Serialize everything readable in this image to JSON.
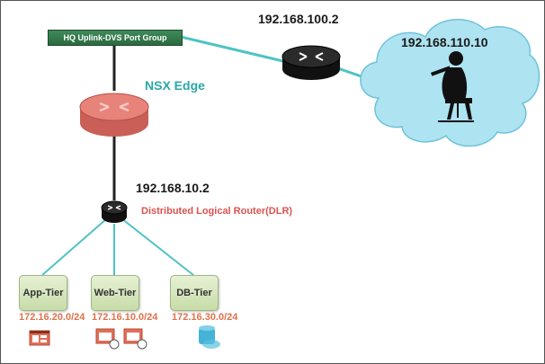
{
  "port_group": {
    "label": "HQ Uplink-DVS Port Group"
  },
  "external_router": {
    "ip": "192.168.100.2"
  },
  "cloud": {
    "ip": "192.168.110.10"
  },
  "nsx_edge": {
    "label": "NSX Edge"
  },
  "dlr": {
    "ip": "192.168.10.2",
    "label": "Distributed Logical Router(DLR)"
  },
  "tiers": [
    {
      "name": "App-Tier",
      "subnet": "172.16.20.0/24",
      "icon": "app-server-icon"
    },
    {
      "name": "Web-Tier",
      "subnet": "172.16.10.0/24",
      "icon": "web-server-icon"
    },
    {
      "name": "DB-Tier",
      "subnet": "172.16.30.0/24",
      "icon": "sql-database-icon"
    }
  ],
  "colors": {
    "uplink_line": "#4fc3c3",
    "edge_router": "#e8837a",
    "cloud_fill": "#aee3f1",
    "subnet_text": "#e0714a",
    "edge_text": "#2aa7a7"
  }
}
